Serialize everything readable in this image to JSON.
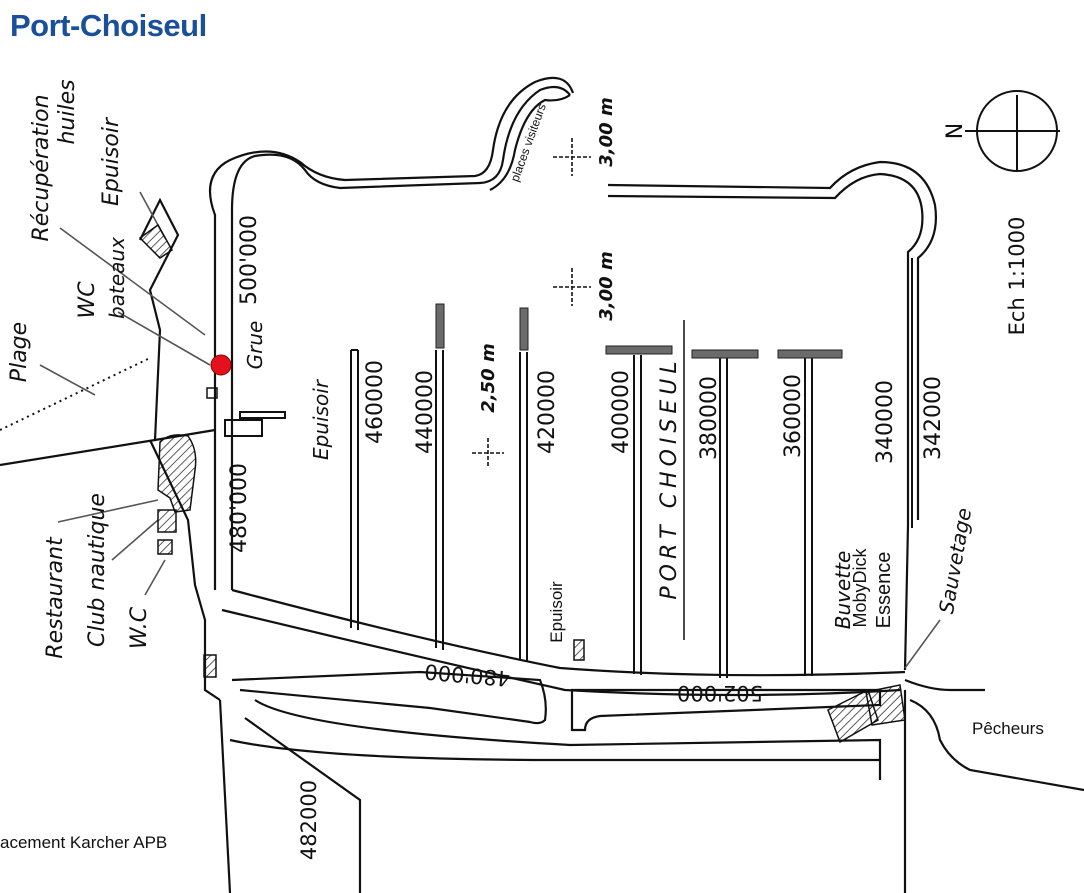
{
  "title": "Port-Choiseul",
  "labels": {
    "recuperation_huiles": [
      "Récupération",
      "huiles"
    ],
    "epuisoir_top": "Epuisoir",
    "wc_bateaux": [
      "WC",
      "bateaux"
    ],
    "plage": "Plage",
    "grue": "Grue",
    "epuisoir_mid": "Epuisoir",
    "restaurant": "Restaurant",
    "club_nautique": "Club nautique",
    "wc": "W.C",
    "places_visiteurs": "places visiteurs",
    "depth_top": "3,00 m",
    "depth_mid": "3,00 m",
    "depth_left": "2,50 m",
    "port_name": "PORT  CHOISEUL",
    "epuisoir_bottom": "Epuisoir",
    "buvette": "Buvette",
    "moby_dick": "MobyDick",
    "essence": "Essence",
    "sauvetage": "Sauvetage",
    "pecheurs": "Pêcheurs",
    "scale": "Ech 1:1000",
    "north": "N"
  },
  "pontoon_numbers": {
    "p500": "500'000",
    "p480_left": "480'000",
    "p460": "460000",
    "p440": "440000",
    "p420": "420000",
    "p400": "400000",
    "p380": "380000",
    "p360": "360000",
    "p340": "340000",
    "p342": "342000",
    "p480_road": "480'000",
    "p502_road": "502'000",
    "p482": "482000"
  },
  "bottom_note": "acement Karcher  APB",
  "colors": {
    "title": "#1a4f9c",
    "marker": "#e3101e",
    "pontoon_head": "#6b6b6b"
  }
}
